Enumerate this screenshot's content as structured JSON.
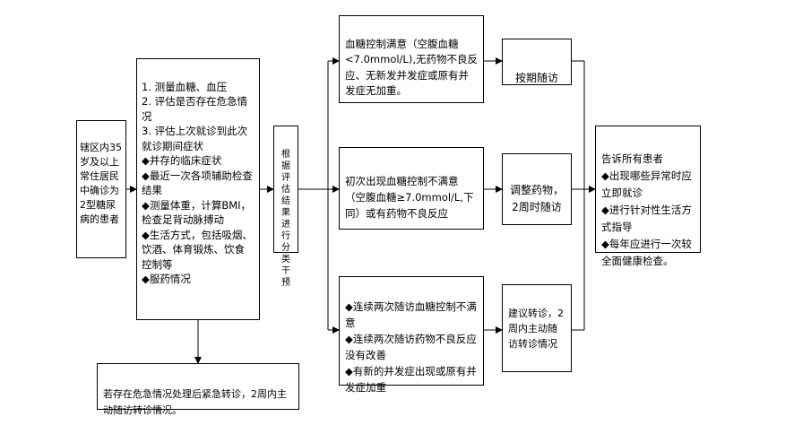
{
  "diagram": {
    "nodes": {
      "target_patients": "辖区内35岁及以上常住居民中确诊为2型糖尿病的患者",
      "assessment": "1. 测量血糖、血压\n2. 评估是否存在危急情况\n3. 评估上次就诊到此次就诊期间症状\n◆并存的临床症状\n◆最近一次各项辅助检查结果\n◆测量体重，计算BMI，检查足背动脉搏动\n◆生活方式，包括吸烟、饮酒、体育锻炼、饮食控制等\n◆服药情况",
      "emergency_referral": "若存在危急情况处理后紧急转诊，2周内主动随访转诊情况。",
      "classify_intervene": "根据评估结果进行分类干预",
      "branch_satisfied": "血糖控制满意（空腹血糖<7.0mmol/L),无药物不良反应、无新发并发症或原有并发症无加重。",
      "branch_first_unsatisfied": "初次出现血糖控制不满意（空腹血糖≥7.0mmol/L,下同）或有药物不良反应",
      "branch_repeated_unsatisfied": "◆连续两次随访血糖控制不满意\n◆连续两次随访药物不良反应没有改善\n◆有新的并发症出现或原有并发症加重",
      "action_scheduled": "按期随访",
      "action_adjust": "调整药物，2周时随访",
      "action_refer": "建议转诊，2周内主动随访转诊情况",
      "inform_patients": "告诉所有患者\n◆出现哪些异常时应立即就诊\n◆进行针对性生活方式指导\n◆每年应进行一次较全面健康检查。"
    },
    "colors": {
      "line": "#000000",
      "box_border": "#000000",
      "background": "#ffffff"
    }
  }
}
